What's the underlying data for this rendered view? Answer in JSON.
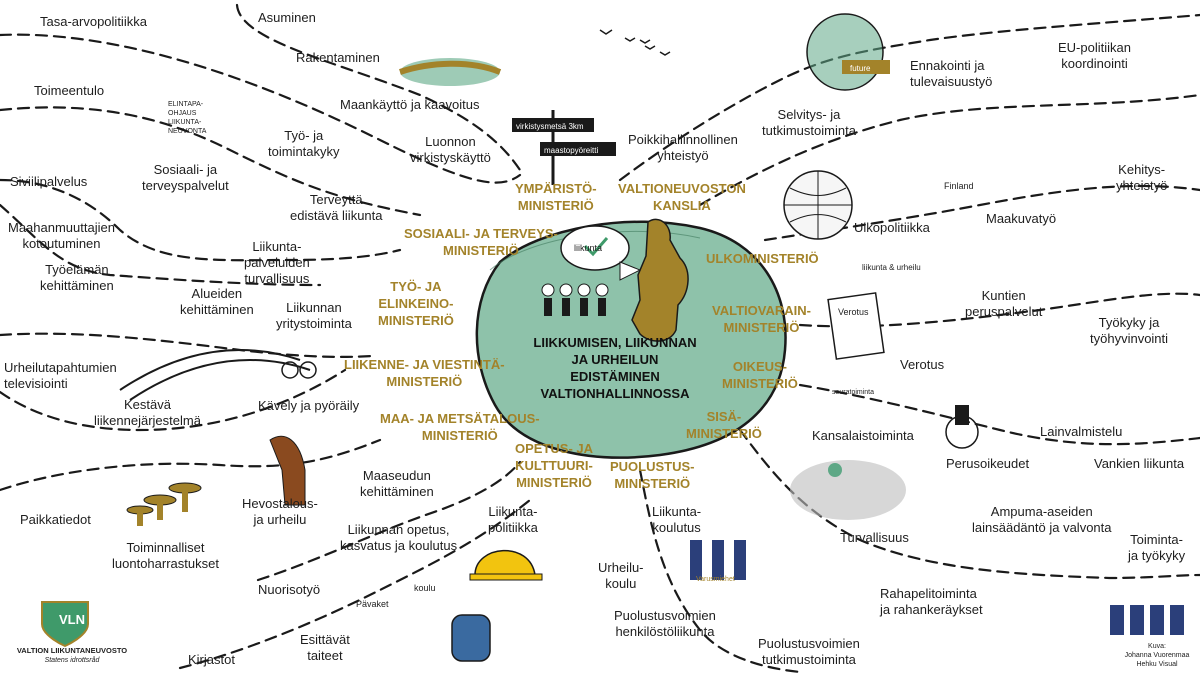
{
  "center_title": "LIIKKUMISEN, LIIKUNNAN JA URHEILUN EDISTÄMINEN VALTIONHALLINNOSSA",
  "ministries": {
    "ymparisto": "YMPÄRISTÖ-\nMINISTERIÖ",
    "kanslia": "VALTIONEUVOSTON\nKANSLIA",
    "sosiaali": "SOSIAALI- JA TERVEYS-\nMINISTERIÖ",
    "ulko": "ULKOMINISTERIÖ",
    "tyo": "TYÖ- JA\nELINKEINO-\nMINISTERIÖ",
    "valtiovarain": "VALTIOVARAIN-\nMINISTERIÖ",
    "liikenne": "LIIKENNE- JA VIESTINTÄ-\nMINISTERIÖ",
    "oikeus": "OIKEUS-\nMINISTERIÖ",
    "maa": "MAA- JA METSÄTALOUS-\nMINISTERIÖ",
    "sisa": "SISÄ-\nMINISTERIÖ",
    "opetus": "OPETUS- JA\nKULTTUURI-\nMINISTERIÖ",
    "puolustus": "PUOLUSTUS-\nMINISTERIÖ"
  },
  "topics": {
    "tasa": "Tasa-arvopolitiikka",
    "asuminen": "Asuminen",
    "rakentaminen": "Rakentaminen",
    "maankaytto": "Maankäyttö ja kaavoitus",
    "toimeentulo": "Toimeentulo",
    "luonnon": "Luonnon\nvirkistyskäyttö",
    "poikki": "Poikkihallinnollinen\nyhteistyö",
    "selvitys": "Selvitys- ja\ntutkimustoiminta",
    "ennakointi": "Ennakointi ja\ntulevaisuustyö",
    "eu": "EU-politiikan\nkoordinointi",
    "tyokyky_toiminta": "Työ- ja\ntoimintakyky",
    "sote": "Sosiaali- ja\nterveyspalvelut",
    "siviili": "Siviilipalvelus",
    "terveytta": "Terveyttä\nedistävä liikunta",
    "maahanmuutto": "Maahanmuuttajien\nkotoutuminen",
    "kehitys": "Kehitys-\nyhteistyö",
    "maakuva": "Maakuvatyö",
    "ulkopolitiikka": "Ulkopolitiikka",
    "turvallisuus_palvelut": "Liikunta-\npalveluiden\nturvallisuus",
    "tyoelama": "Työelämän\nkehittäminen",
    "alueiden": "Alueiden\nkehittäminen",
    "yritystoiminta": "Liikunnan\nyritystoiminta",
    "kuntien": "Kuntien\nperuspalvelut",
    "tyohyvinvointi": "Työkyky ja\ntyöhyvinvointi",
    "tv": "Urheilutapahtumien\ntelevisiointi",
    "verotus": "Verotus",
    "kestava": "Kestävä\nliikennejärjestelmä",
    "kavely": "Kävely ja pyöräily",
    "kansalais": "Kansalaistoiminta",
    "lainvalmistelu": "Lainvalmistelu",
    "perusoikeudet": "Perusoikeudet",
    "vangit": "Vankien liikunta",
    "maaseutu": "Maaseudun\nkehittäminen",
    "hevostalous": "Hevostalous-\nja urheilu",
    "paikkatiedot": "Paikkatiedot",
    "luonto": "Toiminnalliset\nluontoharrastukset",
    "opetus_kasvatus": "Liikunnan opetus,\nkasvatus ja koulutus",
    "liikuntapolitiikka": "Liikunta-\npolitiikka",
    "liikuntakoulutus": "Liikunta-\nkoulutus",
    "urheilukoulu": "Urheilu-\nkoulu",
    "turvallisuus": "Turvallisuus",
    "ampuma": "Ampuma-aseiden\nlainsäädäntö ja valvonta",
    "toiminta_tyokyky": "Toiminta-\nja työkyky",
    "nuoriso": "Nuorisotyö",
    "rahapeli": "Rahapelitoiminta\nja rahankeräykset",
    "henkilosto": "Puolustusvoimien\nhenkilöstöliikunta",
    "tutkimus": "Puolustusvoimien\ntutkimustoiminta",
    "taiteet": "Esittävät\ntaiteet",
    "kirjastot": "Kirjastot"
  },
  "logo": {
    "initials": "VLN",
    "name": "VALTION LIIKUNTANEUVOSTO",
    "sub": "Statens idrottsråd"
  },
  "credit": {
    "line1": "Kuva:",
    "line2": "Johanna Vuorenmaa",
    "line3": "Hehku Visual"
  },
  "illustration_text": {
    "sign1": "virkistysmetsä 3km",
    "sign2": "maastopyöreitti",
    "bubble": "liikunta",
    "future": "future",
    "finland": "Finland",
    "verotus_doc": "Verotus",
    "liikunta_urheilu": "liikunta & urheilu",
    "koulu": "koulu",
    "pavaket": "Pävaket",
    "varusmies": "Varusmiehet",
    "elintapa": "ELINTAPA-\nOHJAUS\nLIIKUNTA-\nNEUVONTA",
    "seura": "seuratoiminta"
  },
  "colors": {
    "accent_gold": "#a3832a",
    "blob_green": "#5ea886",
    "ink": "#1a1a1a"
  }
}
